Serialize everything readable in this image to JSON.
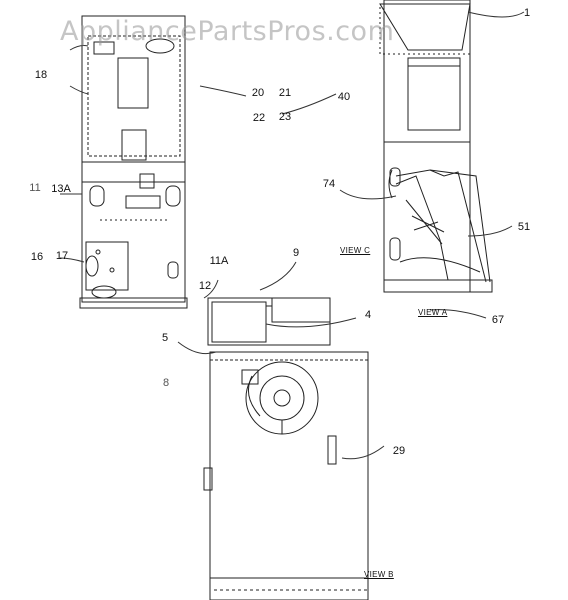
{
  "watermark": "AppliancePartsPros.com",
  "parts": {
    "p1": "1",
    "p4": "4",
    "p5": "5",
    "p8": "8",
    "p9": "9",
    "p11": "11",
    "p11a": "11A",
    "p12": "12",
    "p13a": "13A",
    "p16": "16",
    "p17": "17",
    "p18": "18",
    "p20": "20",
    "p21": "21",
    "p22": "22",
    "p23": "23",
    "p29": "29",
    "p40": "40",
    "p51": "51",
    "p67": "67",
    "p74": "74"
  },
  "views": {
    "c": "VIEW C",
    "a": "VIEW A",
    "b": "VIEW B"
  },
  "colors": {
    "line": "#222222",
    "watermark": "#999999"
  }
}
